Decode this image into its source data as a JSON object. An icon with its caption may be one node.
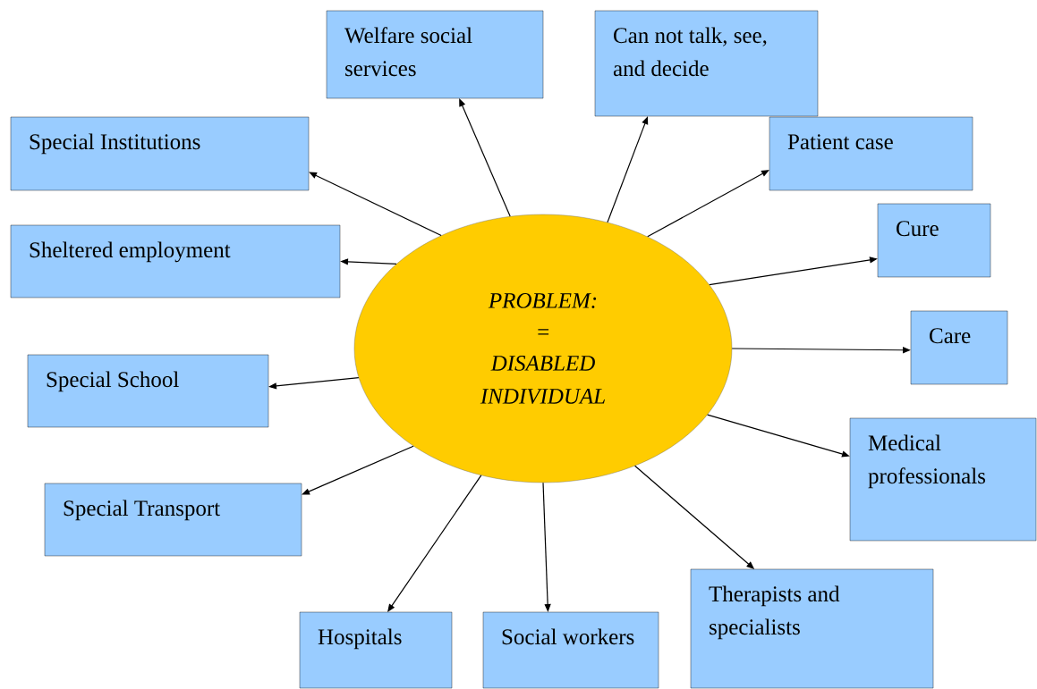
{
  "diagram": {
    "nodes": [
      {
        "text": [
          "PROBLEM:",
          "=",
          "DISABLED INDIVIDUAL"
        ]
      },
      {
        "text": [
          "Welfare social services"
        ]
      },
      {
        "text": [
          "Can not talk, see, and decide"
        ]
      },
      {
        "text": [
          "Special Institutions"
        ]
      },
      {
        "text": [
          "Patient case"
        ]
      },
      {
        "text": [
          "Sheltered employment"
        ]
      },
      {
        "text": [
          "Cure"
        ]
      },
      {
        "text": [
          "Special School"
        ]
      },
      {
        "text": [
          "Care"
        ]
      },
      {
        "text": [
          "Medical professionals"
        ]
      },
      {
        "text": [
          "Special Transport"
        ]
      },
      {
        "text": [
          "Hospitals"
        ]
      },
      {
        "text": [
          "Social workers"
        ]
      },
      {
        "text": [
          "Therapists and specialists"
        ]
      }
    ],
    "edges": [
      {
        "from": 0,
        "to": 1,
        "arrow": "to"
      },
      {
        "from": 0,
        "to": 2,
        "arrow": "to"
      },
      {
        "from": 0,
        "to": 3,
        "arrow": "to"
      },
      {
        "from": 0,
        "to": 4,
        "arrow": "to"
      },
      {
        "from": 0,
        "to": 5,
        "arrow": "to"
      },
      {
        "from": 0,
        "to": 6,
        "arrow": "to"
      },
      {
        "from": 0,
        "to": 7,
        "arrow": "to"
      },
      {
        "from": 0,
        "to": 8,
        "arrow": "to"
      },
      {
        "from": 0,
        "to": 9,
        "arrow": "to"
      },
      {
        "from": 0,
        "to": 10,
        "arrow": "to"
      },
      {
        "from": 0,
        "to": 11,
        "arrow": "to"
      },
      {
        "from": 0,
        "to": 12,
        "arrow": "to"
      },
      {
        "from": 0,
        "to": 13,
        "arrow": "to"
      }
    ]
  }
}
